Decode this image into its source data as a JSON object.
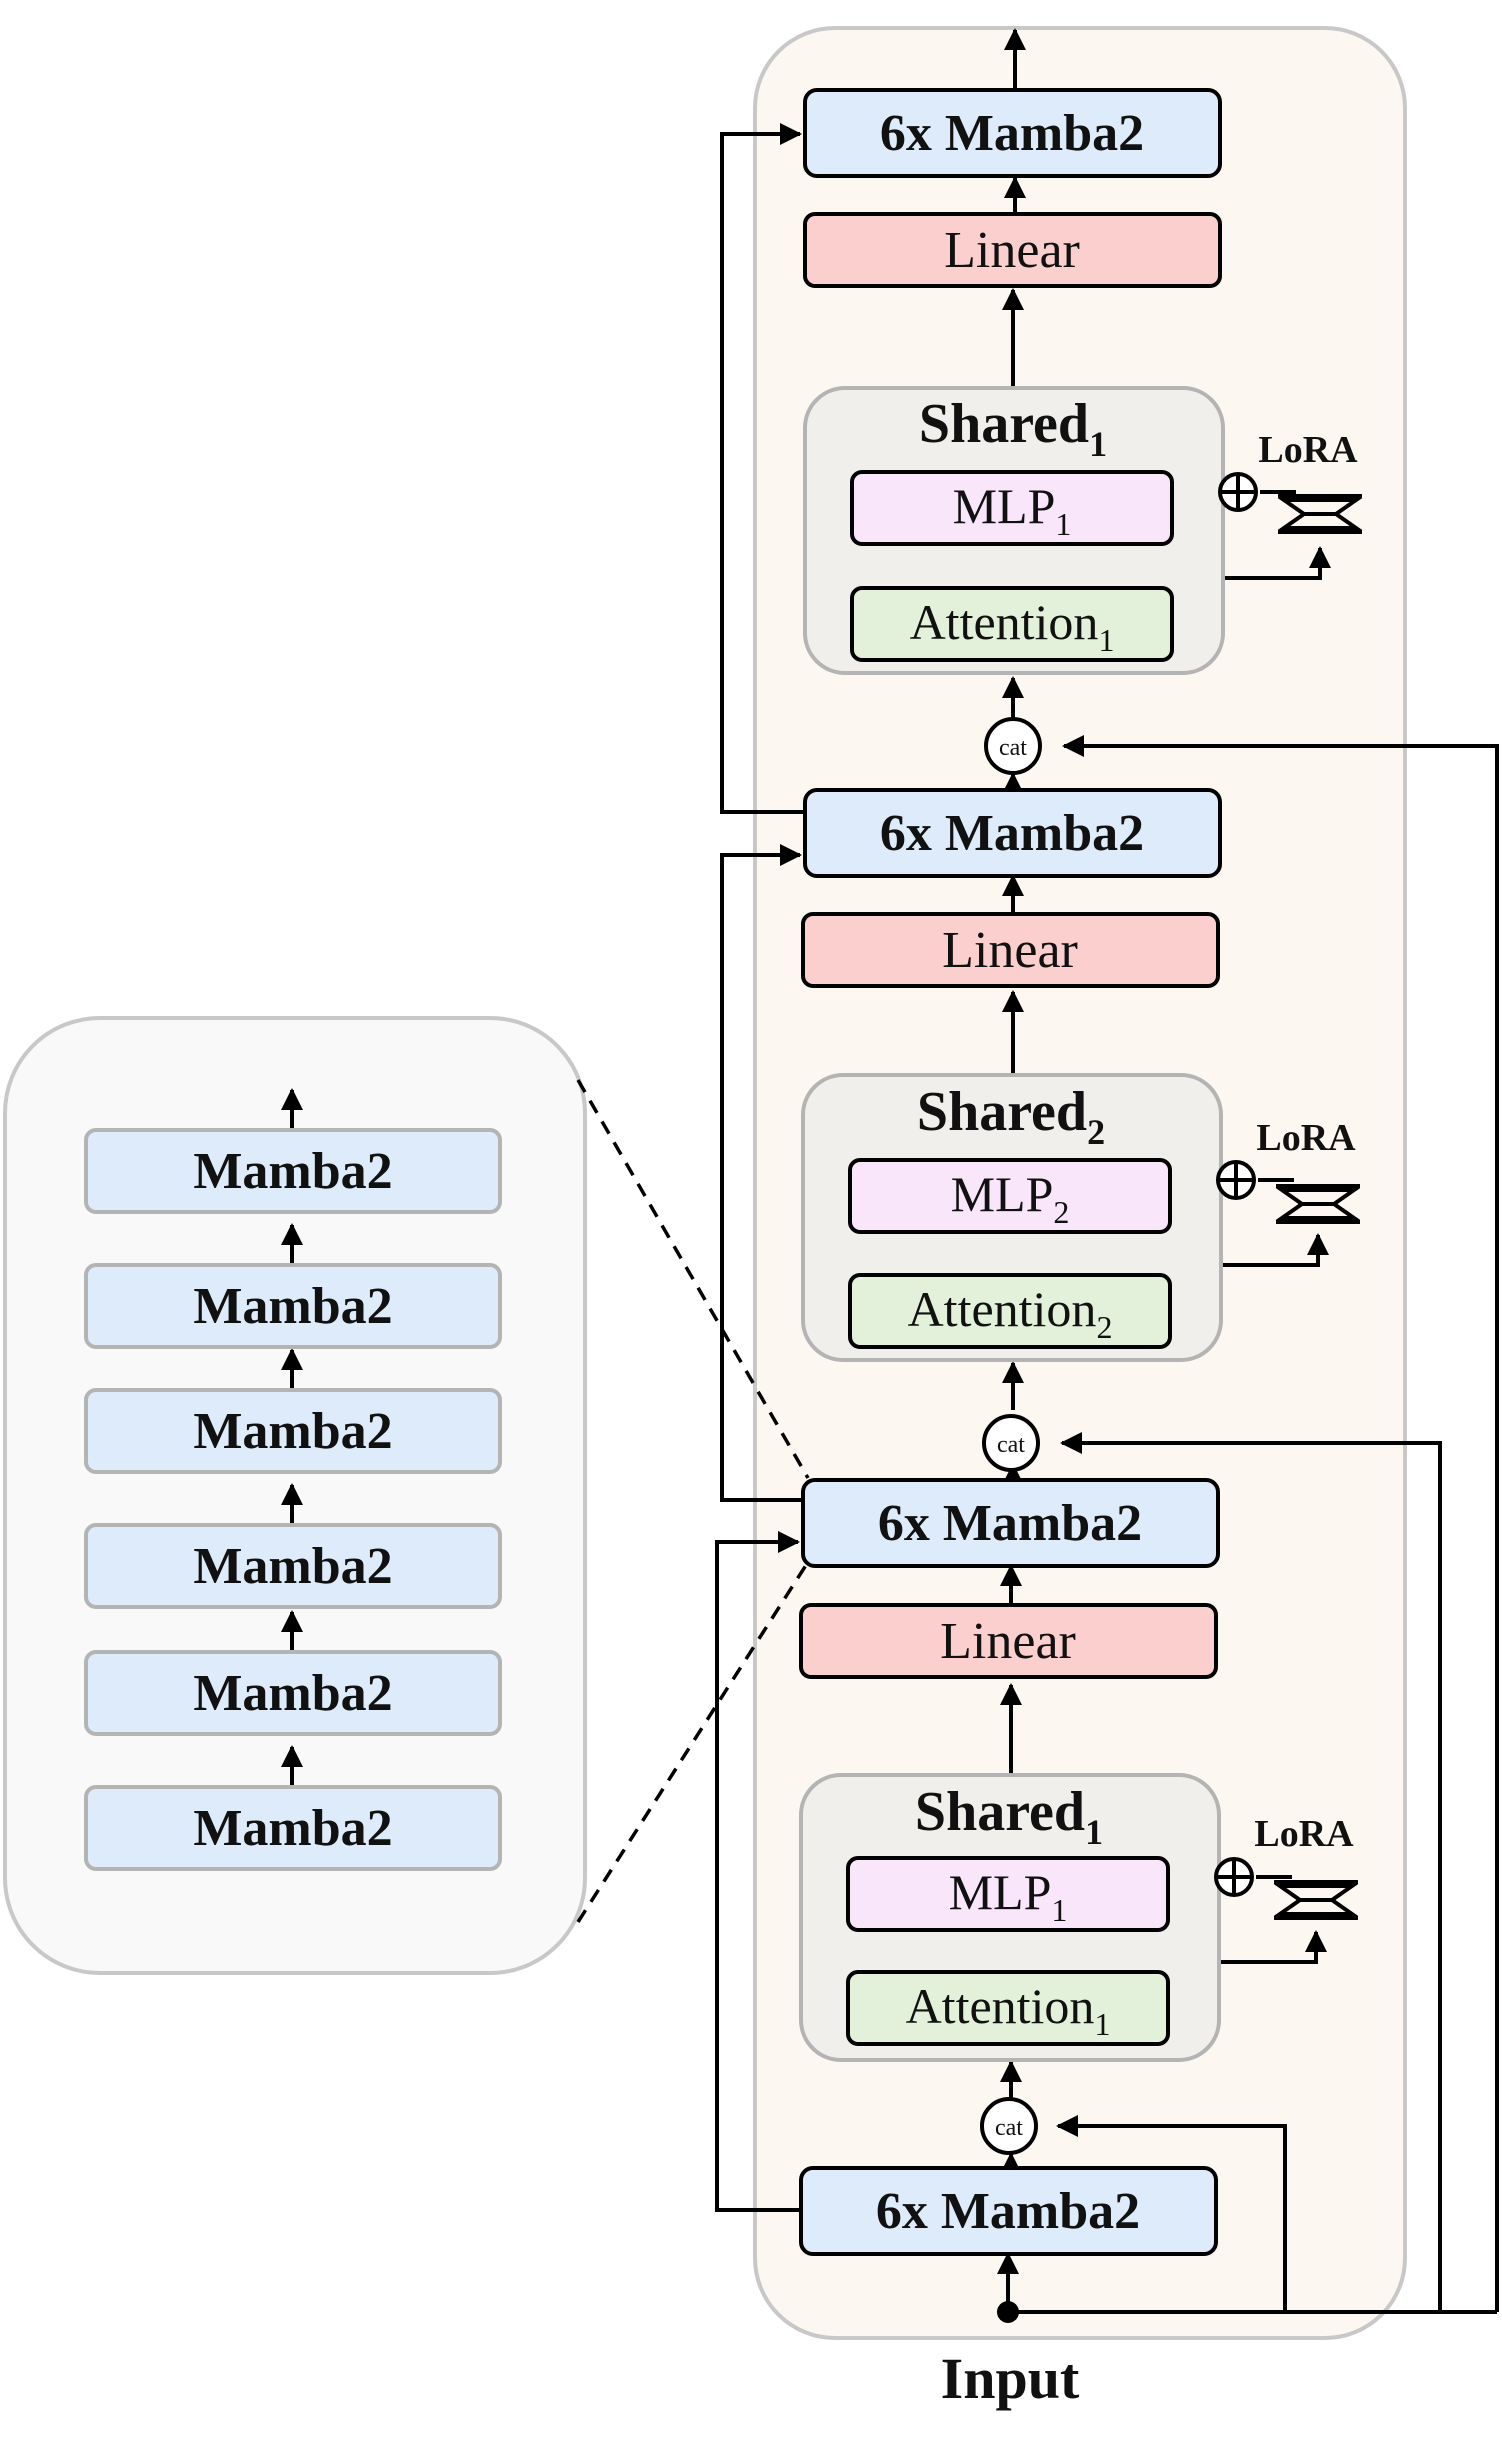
{
  "labels": {
    "mamba_block": "6x Mamba2",
    "linear": "Linear",
    "shared_prefix": "Shared",
    "idx1": "1",
    "idx2": "2",
    "mlp": "MLP",
    "attention": "Attention",
    "lora": "LoRA",
    "cat": "cat",
    "input": "Input",
    "mamba_single": "Mamba2"
  },
  "colors": {
    "mamba_fill": "#deebfa",
    "linear_fill": "#fccfcf",
    "mlp_fill": "#fae6fb",
    "attention_fill": "#e3f1da",
    "shared_fill": "#f1efec",
    "outer_panel": "#fdf7f2",
    "left_panel": "#f9f9f9"
  }
}
